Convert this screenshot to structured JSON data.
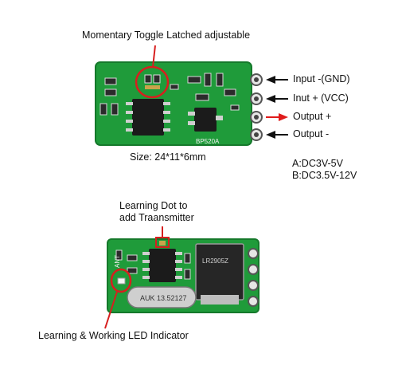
{
  "top_board": {
    "title": "Momentary Toggle Latched adjustable",
    "silkscreen": "BP520A",
    "size": "Size: 24*11*6mm",
    "pins": [
      {
        "label": "Input -(GND)",
        "arrow_color": "#111111"
      },
      {
        "label": "Inut + (VCC)",
        "arrow_color": "#111111"
      },
      {
        "label": "Output +",
        "arrow_color": "#e01b1b"
      },
      {
        "label": "Output -",
        "arrow_color": "#111111"
      }
    ],
    "voltage_options": [
      "A:DC3V-5V",
      "B:DC3.5V-12V"
    ]
  },
  "bottom_board": {
    "learning_dot_line1": "Learning Dot to",
    "learning_dot_line2": "add Traansmitter",
    "led_indicator": "Learning & Working LED Indicator",
    "silk_ant": "ANT",
    "crystal": "AUK 13.52127",
    "regulator": "LR2905Z"
  },
  "colors": {
    "pcb": "#1f9b3a",
    "pcb_dark": "#15792b",
    "highlight_circle": "#d71f1f",
    "chip": "#1b1b1b"
  }
}
